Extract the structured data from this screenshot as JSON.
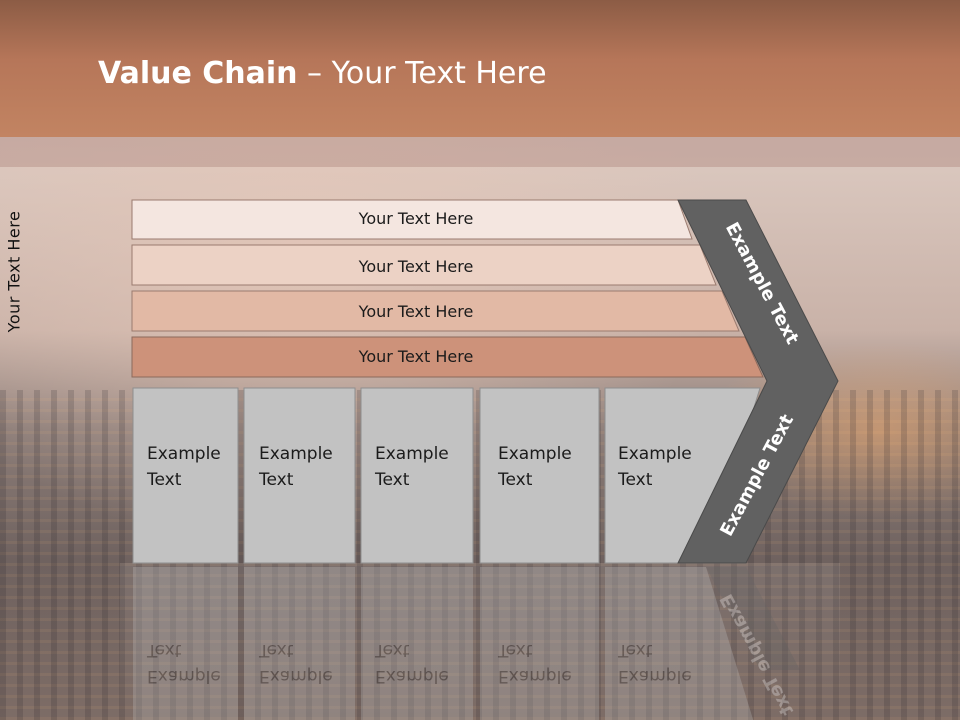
{
  "slide": {
    "title_bold": "Value Chain",
    "title_rest": " – Your Text Here",
    "side_label": "Your Text Here"
  },
  "bands": [
    {
      "label": "Your Text Here",
      "color": "#f4e6e0"
    },
    {
      "label": "Your Text Here",
      "color": "#ecd2c5"
    },
    {
      "label": "Your Text Here",
      "color": "#e2b9a5"
    },
    {
      "label": "Your Text Here",
      "color": "#cd927a"
    }
  ],
  "boxes": [
    {
      "line1": "Example",
      "line2": "Text"
    },
    {
      "line1": "Example",
      "line2": "Text"
    },
    {
      "line1": "Example",
      "line2": "Text"
    },
    {
      "line1": "Example",
      "line2": "Text"
    },
    {
      "line1": "Example",
      "line2": "Text"
    }
  ],
  "chevron": {
    "upper_label": "Example Text",
    "lower_label": "Example Text",
    "color": "#616161"
  },
  "colors": {
    "box_fill": "#c2c2c2",
    "box_border": "#8e8e8e"
  }
}
